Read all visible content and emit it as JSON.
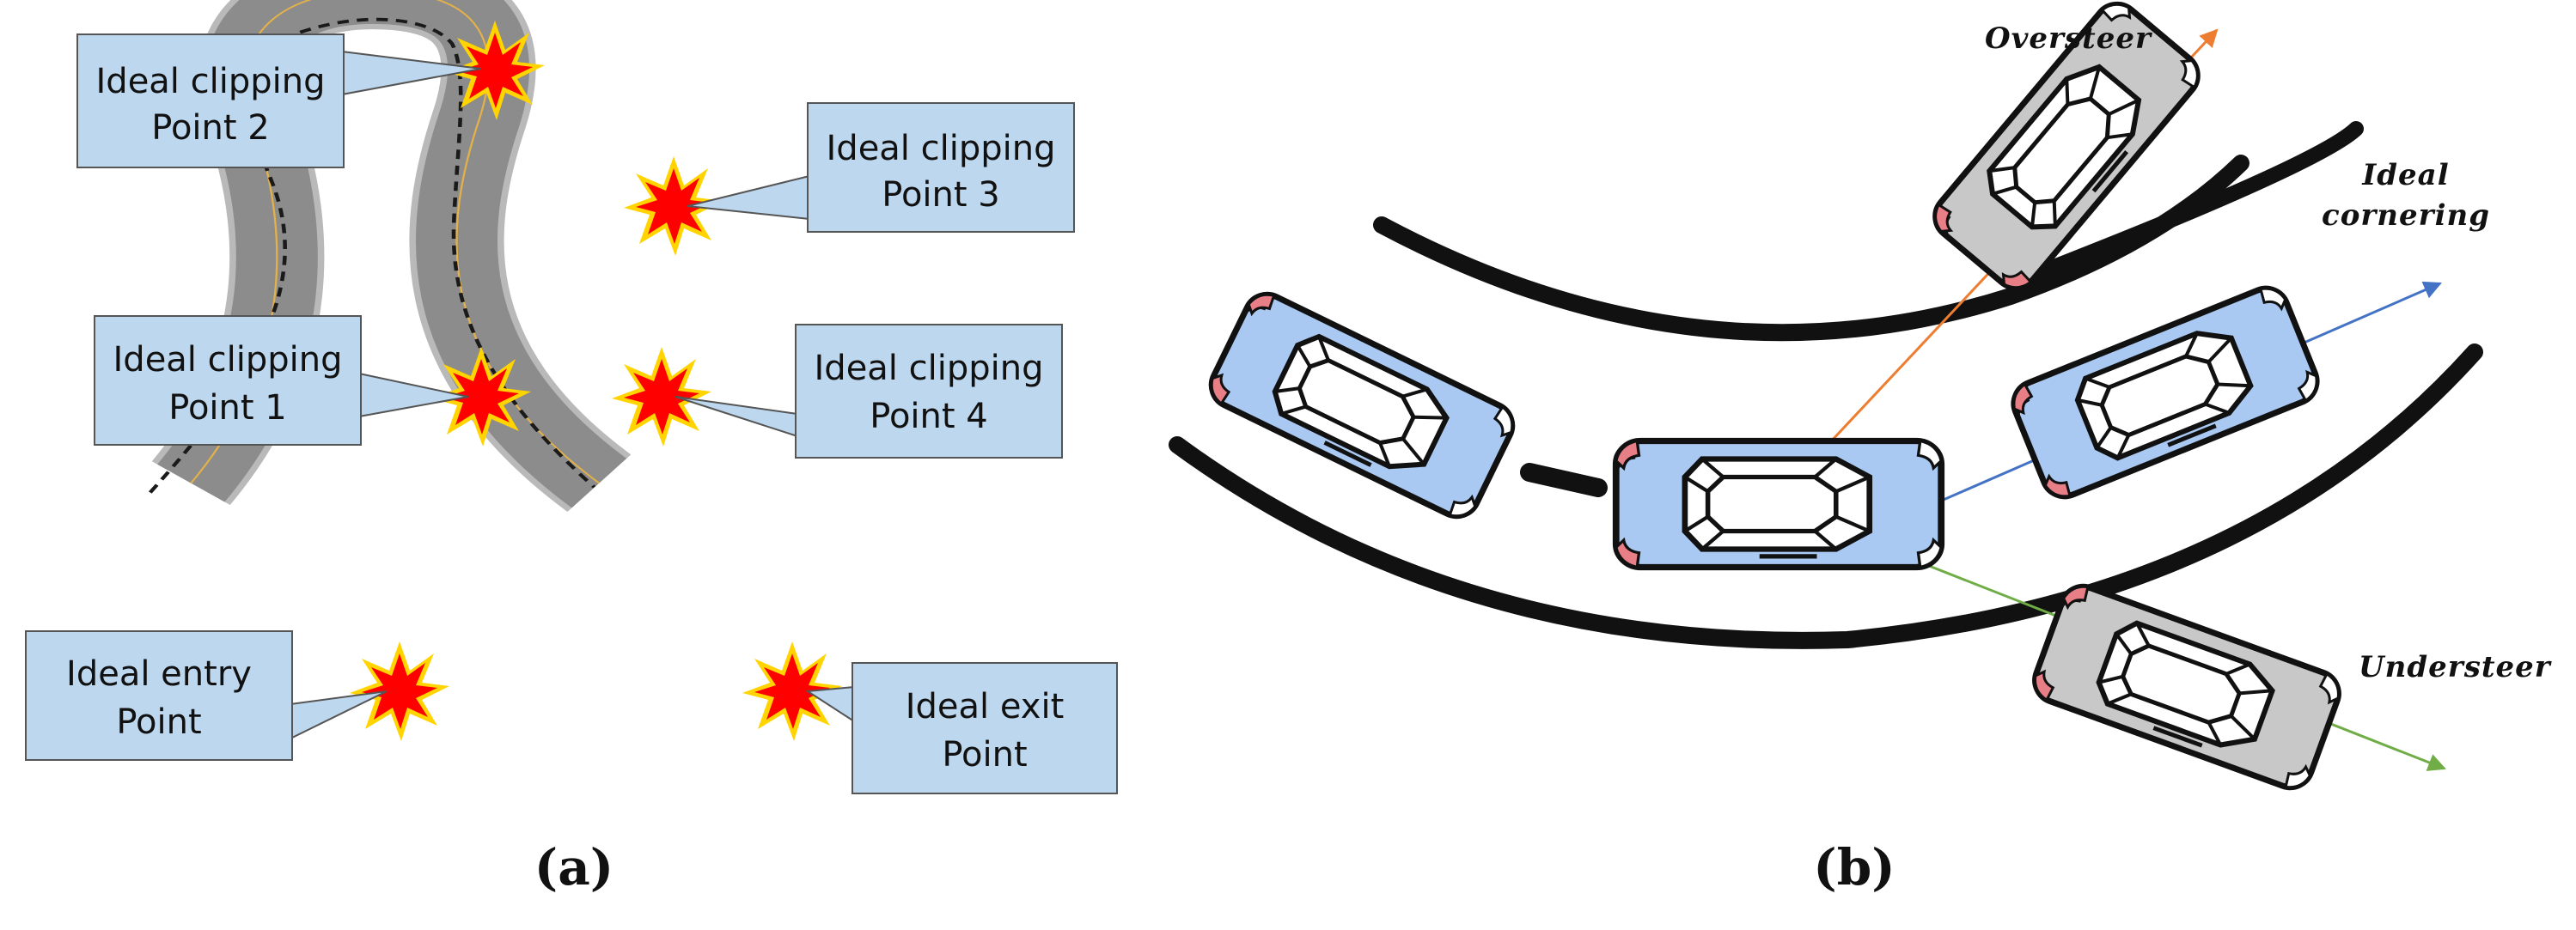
{
  "panel_a": {
    "label": "(a)",
    "callouts": {
      "point2": [
        "Ideal clipping",
        "Point 2"
      ],
      "point3": [
        "Ideal clipping",
        "Point 3"
      ],
      "point1": [
        "Ideal clipping",
        "Point 1"
      ],
      "point4": [
        "Ideal clipping",
        "Point 4"
      ],
      "entry": [
        "Ideal entry",
        "Point"
      ],
      "exit": [
        "Ideal exit",
        "Point"
      ]
    }
  },
  "panel_b": {
    "label": "(b)",
    "oversteer": "Oversteer",
    "ideal": [
      "Ideal",
      "cornering"
    ],
    "understeer": "Understeer"
  },
  "colors": {
    "callout_fill": "#bdd7ee",
    "road": "#8c8c8c",
    "car_blue": "#a9c9f2",
    "car_gray": "#c8c8c8",
    "oversteer_arrow": "#ed7d31",
    "ideal_arrow": "#4472c4",
    "understeer_arrow": "#70ad47",
    "burst_outer": "#ffd400",
    "burst_inner": "#ff0000"
  }
}
